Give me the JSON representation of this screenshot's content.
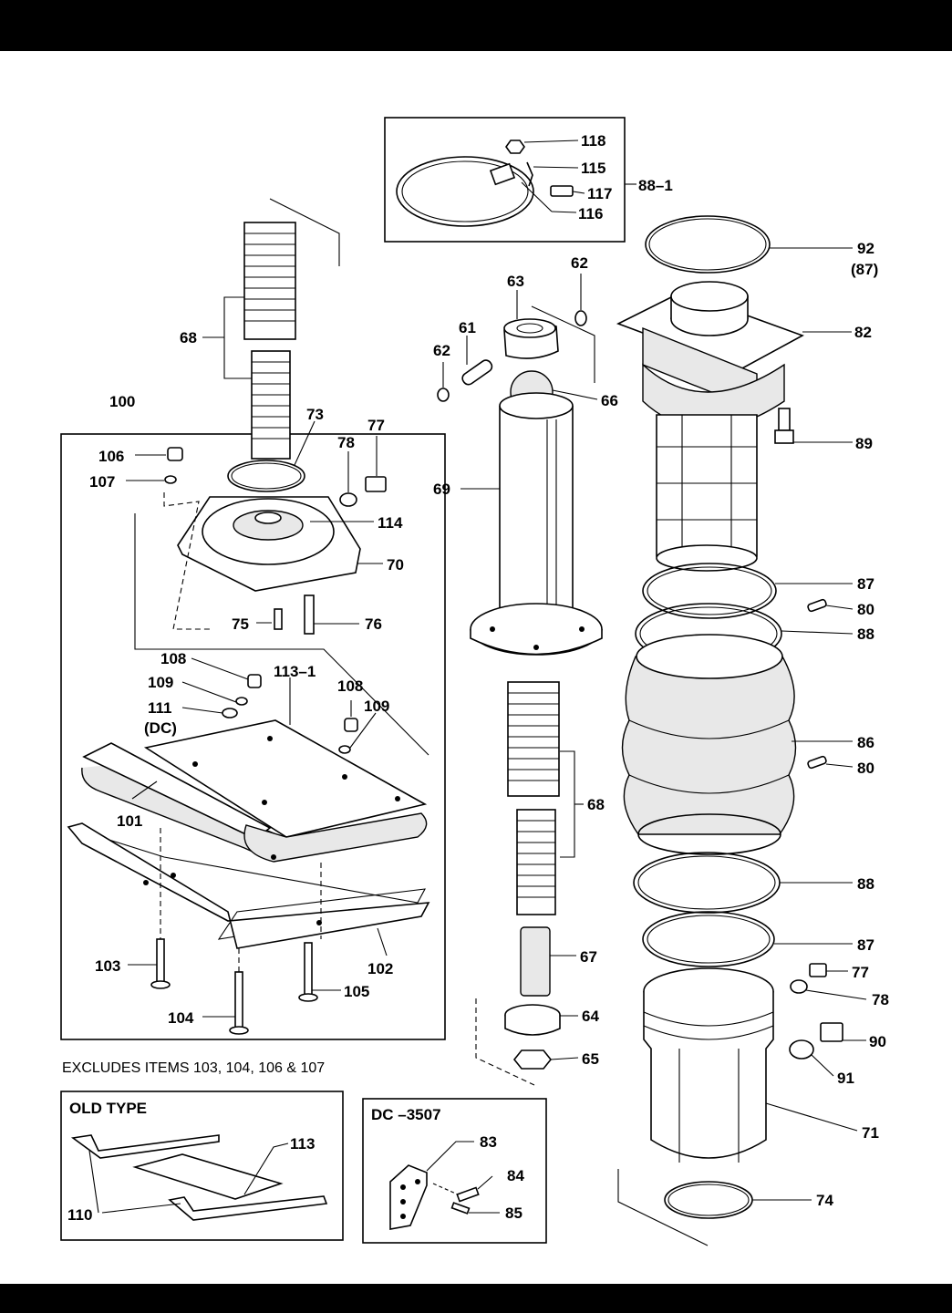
{
  "labels": {
    "l118": "118",
    "l115": "115",
    "l117": "117",
    "l116": "116",
    "l88_1": "88–1",
    "l92": "92",
    "l87p": "(87)",
    "l82": "82",
    "l89": "89",
    "l87a": "87",
    "l80a": "80",
    "l88a": "88",
    "l86": "86",
    "l80b": "80",
    "l88b": "88",
    "l87b": "87",
    "l77b": "77",
    "l78b": "78",
    "l90": "90",
    "l91": "91",
    "l71": "71",
    "l74": "74",
    "l62a": "62",
    "l63": "63",
    "l61": "61",
    "l62b": "62",
    "l66": "66",
    "l69": "69",
    "l68b": "68",
    "l67": "67",
    "l64": "64",
    "l65": "65",
    "l68a": "68",
    "l73": "73",
    "l77a": "77",
    "l78a": "78",
    "l114": "114",
    "l70": "70",
    "l75": "75",
    "l76": "76",
    "l100": "100",
    "l106": "106",
    "l107": "107",
    "l108a": "108",
    "l109a": "109",
    "l111": "111",
    "l111dc": "(DC)",
    "l113_1": "113–1",
    "l108b": "108",
    "l109b": "109",
    "l101": "101",
    "l103": "103",
    "l102": "102",
    "l104": "104",
    "l105": "105",
    "l113": "113",
    "l110": "110",
    "l83": "83",
    "l84": "84",
    "l85": "85"
  },
  "notes": {
    "excludes": "EXCLUDES ITEMS 103, 104, 106 & 107",
    "old_type": "OLD TYPE",
    "dc_3507": "DC –3507"
  }
}
